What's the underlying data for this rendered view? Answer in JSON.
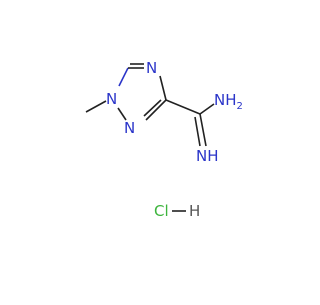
{
  "molecule": {
    "atoms": {
      "n_top": "N",
      "n1": "N",
      "n2": "N",
      "nh2": "NH",
      "nh2_sub": "2",
      "nh": "NH",
      "cl": "Cl",
      "h": "H"
    },
    "colors": {
      "nitrogen": "#2b35c9",
      "chlorine": "#3cb43c",
      "hydrogen": "#555555",
      "bond": "#222222"
    }
  }
}
